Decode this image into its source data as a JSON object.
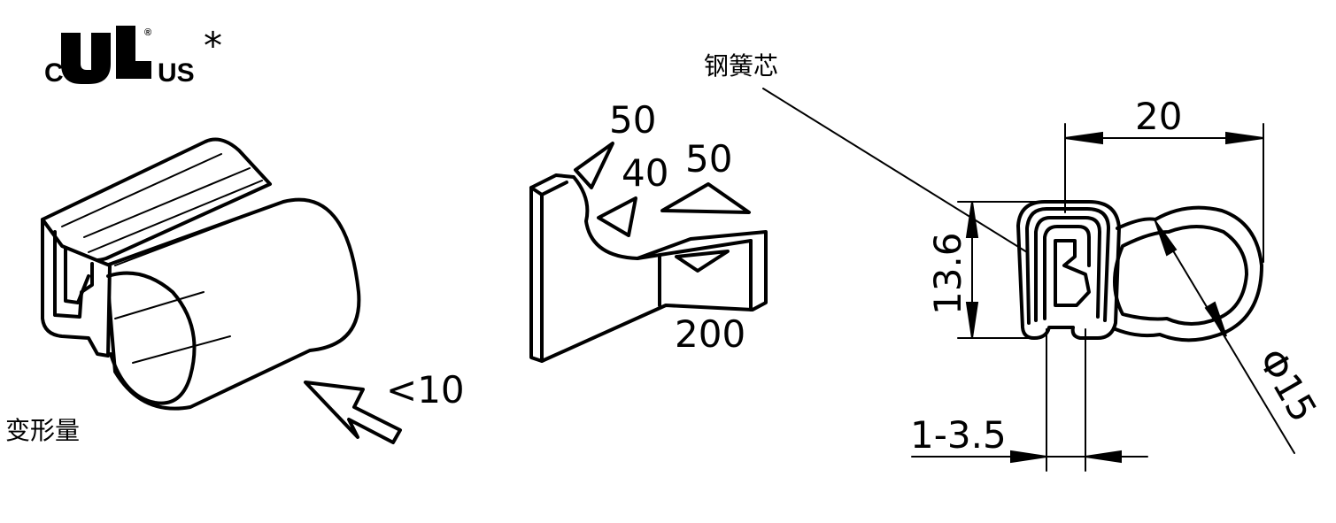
{
  "certification": {
    "mark": "UL",
    "left_letter": "C",
    "right_letters": "US",
    "registered": "®",
    "asterisk": "*"
  },
  "panel_left": {
    "deformation_label": "变形量",
    "value": "<10"
  },
  "panel_middle": {
    "value_top": "50",
    "value_mid": "40",
    "value_right": "50",
    "value_bottom": "200"
  },
  "panel_right": {
    "core_label": "钢簧芯",
    "width": "20",
    "height": "13.6",
    "grip_range": "1-3.5",
    "diameter": "Φ15"
  }
}
